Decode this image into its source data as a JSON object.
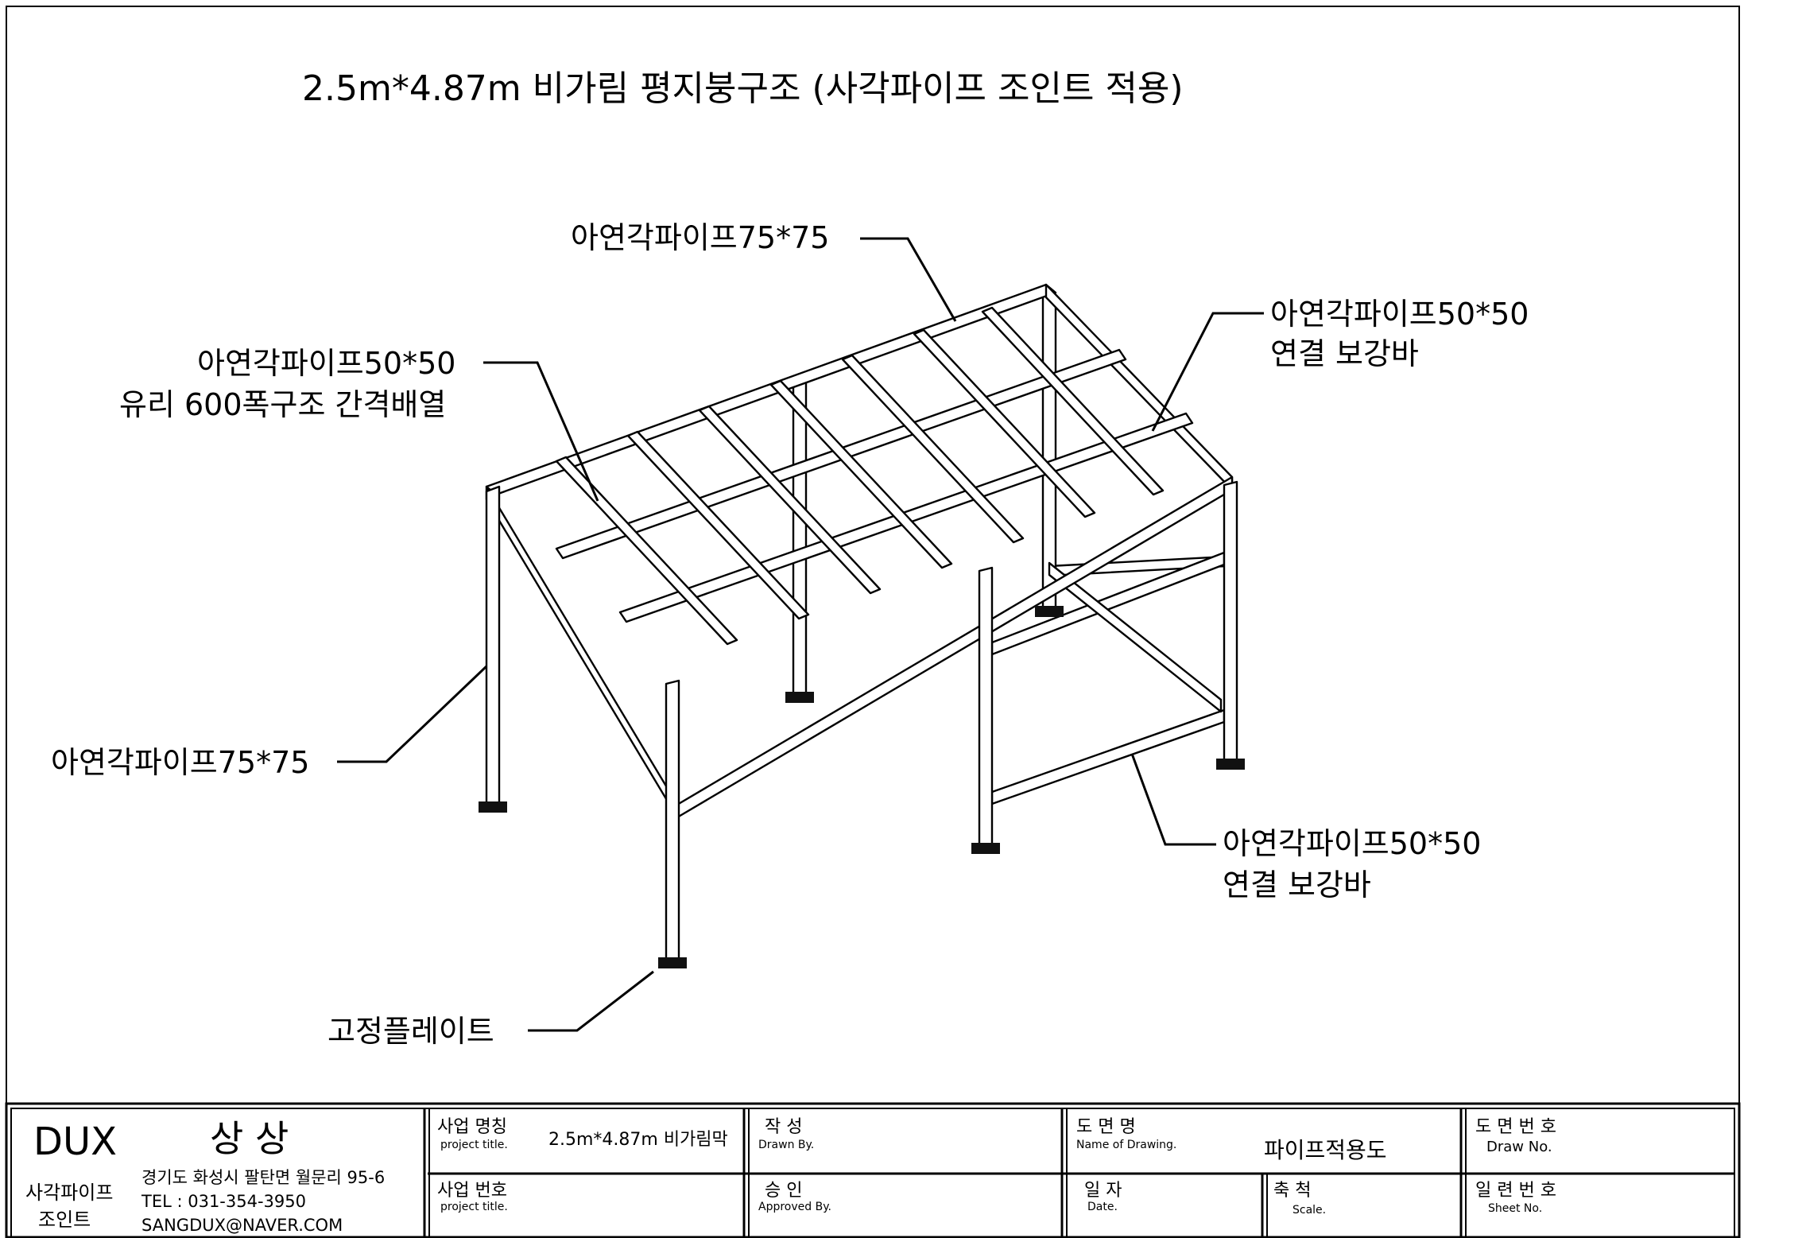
{
  "drawing": {
    "title": "2.5m*4.87m 비가림  평지붕구조  (사각파이프 조인트 적용)",
    "callouts": {
      "top_beam": "아연각파이프75*75",
      "roof_purlin_line1": "아연각파이프50*50",
      "roof_purlin_line2": "유리 600폭구조 간격배열",
      "right_brace_line1": "아연각파이프50*50",
      "right_brace_line2": "연결 보강바",
      "post": "아연각파이프75*75",
      "lower_brace_line1": "아연각파이프50*50",
      "lower_brace_line2": "연결 보강바",
      "base_plate": "고정플레이트"
    }
  },
  "title_block": {
    "company": "DUX",
    "company_kr": "상 상",
    "product_line1": "사각파이프",
    "product_line2": "조인트",
    "address": "경기도 화성시 팔탄면 월문리 95-6",
    "tel": "TEL : 031-354-3950",
    "email": "SANGDUX@NAVER.COM",
    "project_title_label": "사업 명칭",
    "project_title_label_en": "project title.",
    "project_title_value": "2.5m*4.87m 비가림막",
    "project_no_label": "사업 번호",
    "project_no_label_en": "project title.",
    "drawn_label": "작  성",
    "drawn_label_en": "Drawn By.",
    "approved_label": "승  인",
    "approved_label_en": "Approved By.",
    "drawing_name_label": "도  면  명",
    "drawing_name_label_en": "Name of Drawing.",
    "drawing_name_value": "파이프적용도",
    "date_label": "일  자",
    "date_label_en": "Date.",
    "scale_label": "축  척",
    "scale_label_en": "Scale.",
    "draw_no_label": "도 면 번 호",
    "draw_no_label_en": "Draw No.",
    "sheet_no_label": "일 련 번 호",
    "sheet_no_label_en": "Sheet No."
  }
}
